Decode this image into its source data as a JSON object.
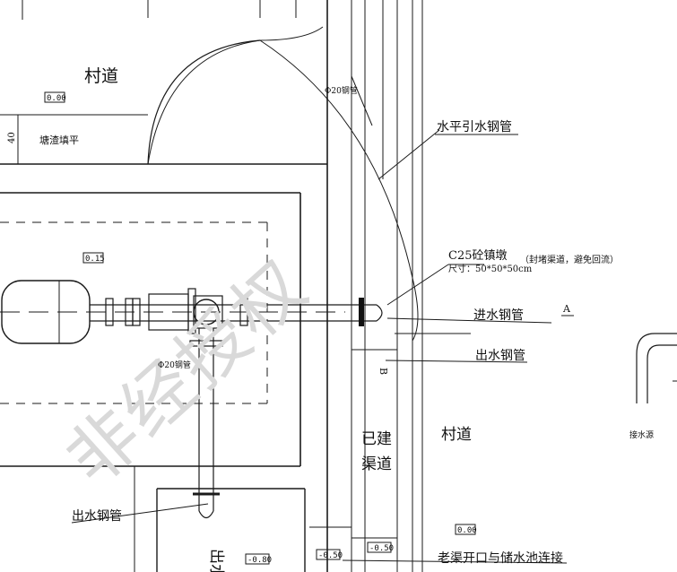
{
  "labels": {
    "village_road_top": "村道",
    "village_road_right": "村道",
    "fill_note": "塘渣填平",
    "dim_40": "40",
    "pipe_phi20_top": "Φ20钢管",
    "pipe_phi20_mid": "Φ20钢管",
    "horizontal_pipe": "水平引水钢管",
    "anchor_block": "C25砼镇墩",
    "anchor_note": "（封堵渠道，避免回流）",
    "anchor_size": "尺寸：50*50*50cm",
    "inlet_pipe": "进水钢管",
    "outlet_pipe_right": "出水钢管",
    "outlet_pipe_left": "出水钢管",
    "section_a": "A",
    "section_b": "B",
    "built_channel_1": "已建",
    "built_channel_2": "渠道",
    "water_source": "接水源",
    "channel_connect": "老渠开口与储水池连接",
    "tank_text": "出水"
  },
  "elevations": {
    "e_top_road": "0.00",
    "e_inner": "0.15",
    "e_right_road": "0.00",
    "e_bottom_1": "-0.80",
    "e_bottom_2": "-0.50",
    "e_bottom_3": "-0.50"
  },
  "watermark": "非经授权"
}
